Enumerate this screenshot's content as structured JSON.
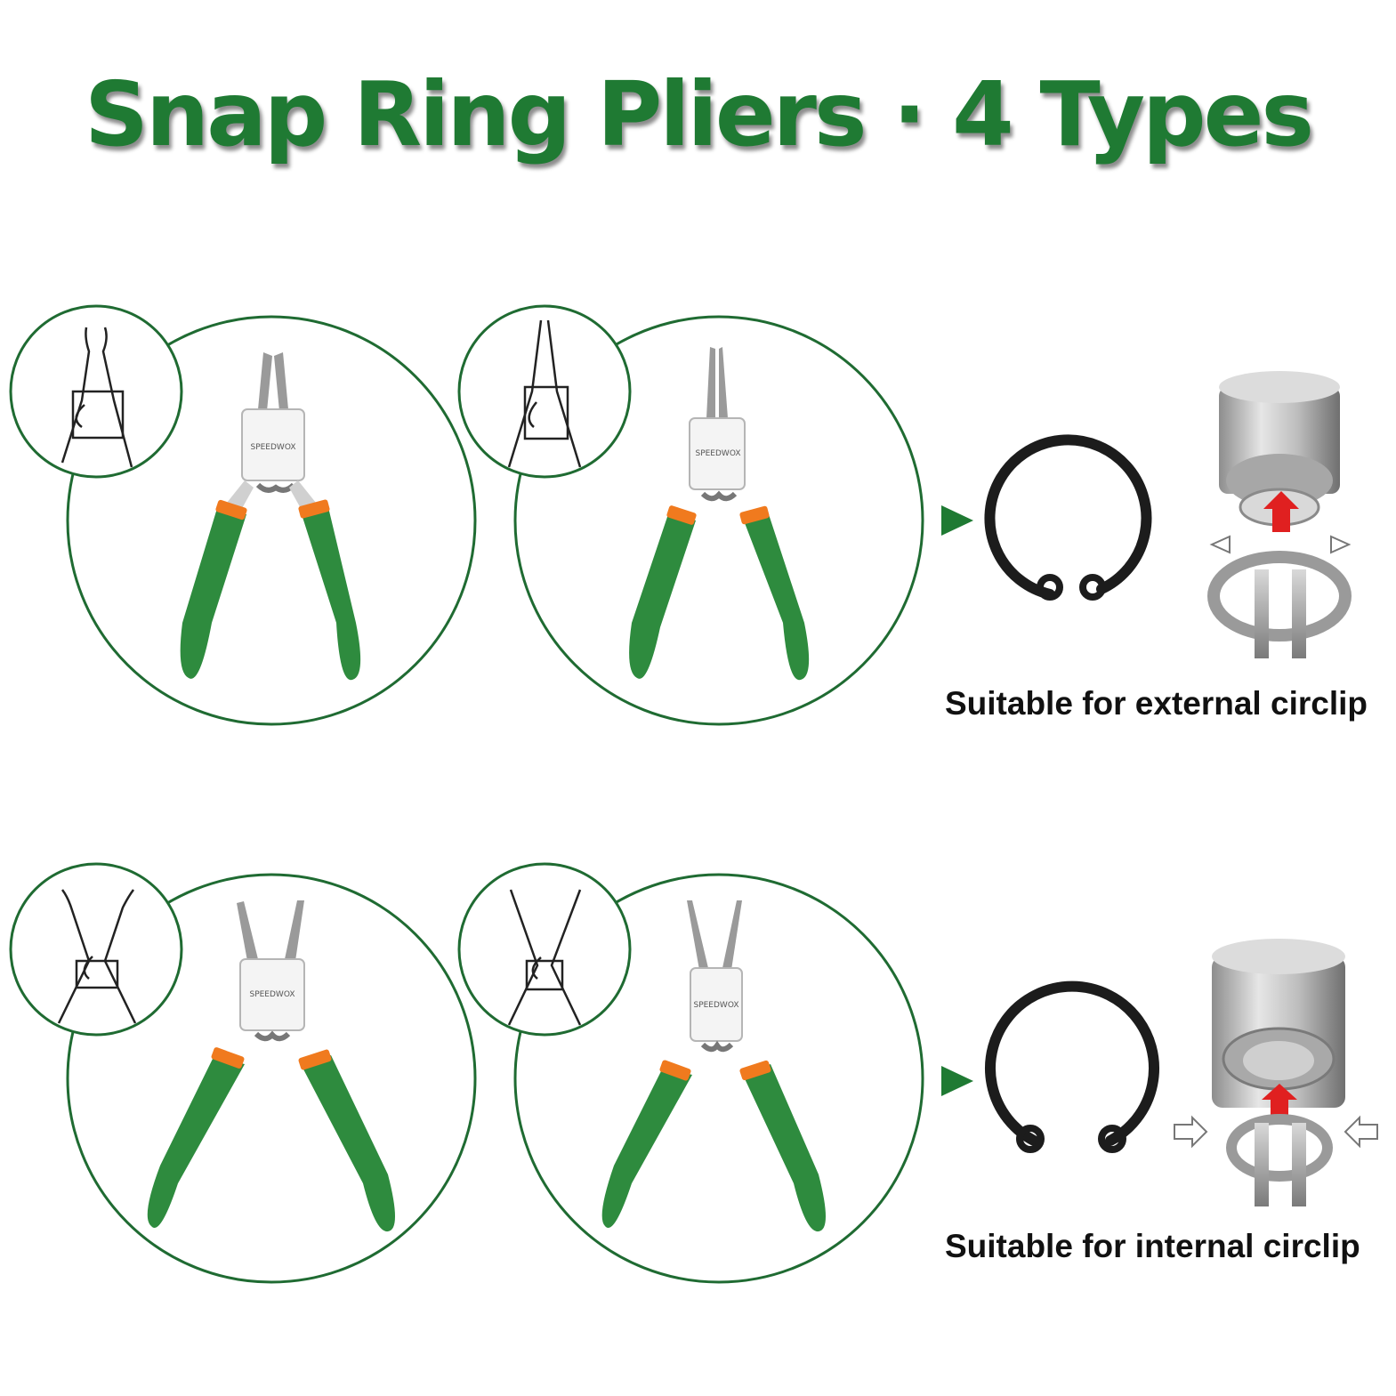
{
  "title": "Snap Ring Pliers · 4 Types",
  "brand_mark": "SPEEDWOX",
  "captions": {
    "external": "Suitable for external circlip",
    "internal": "Suitable for internal circlip"
  },
  "colors": {
    "accent_green": "#1f7a33",
    "handle_green": "#2e8b3e",
    "collar_orange": "#f07a1e",
    "arrow_red": "#e02020"
  },
  "pliers": [
    {
      "tip": "bent",
      "row": "external"
    },
    {
      "tip": "straight",
      "row": "external"
    },
    {
      "tip": "bent",
      "row": "internal"
    },
    {
      "tip": "straight",
      "row": "internal"
    }
  ]
}
